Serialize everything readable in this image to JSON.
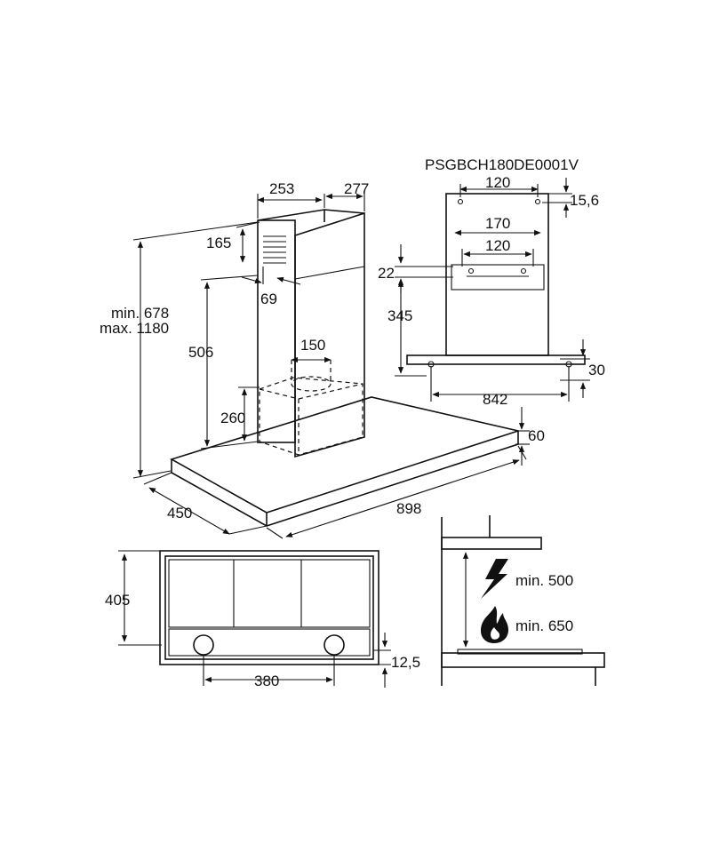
{
  "model_code": "PSGBCH180DE0001V",
  "perspective": {
    "chimney_width": "253",
    "chimney_depth": "277",
    "vent_height": "165",
    "vent_offset": "69",
    "height_min": "min. 678",
    "height_max": "max. 1180",
    "chimney_lower": "506",
    "duct_diameter": "150",
    "motor_height": "260",
    "canopy_thickness": "60",
    "depth": "450",
    "width": "898"
  },
  "bracket": {
    "top_holes": "120",
    "top_offset": "15,6",
    "middle_width": "170",
    "middle_holes": "120",
    "bracket_gap": "22",
    "bracket_height": "345",
    "canopy_offset": "30",
    "canopy_holes": "842"
  },
  "bottom": {
    "depth": "405",
    "filter_spacing": "380",
    "edge_offset": "12,5"
  },
  "clearance": {
    "electric_label": "min. 500",
    "gas_label": "min. 650",
    "icons": [
      "lightning-icon",
      "flame-icon"
    ]
  }
}
